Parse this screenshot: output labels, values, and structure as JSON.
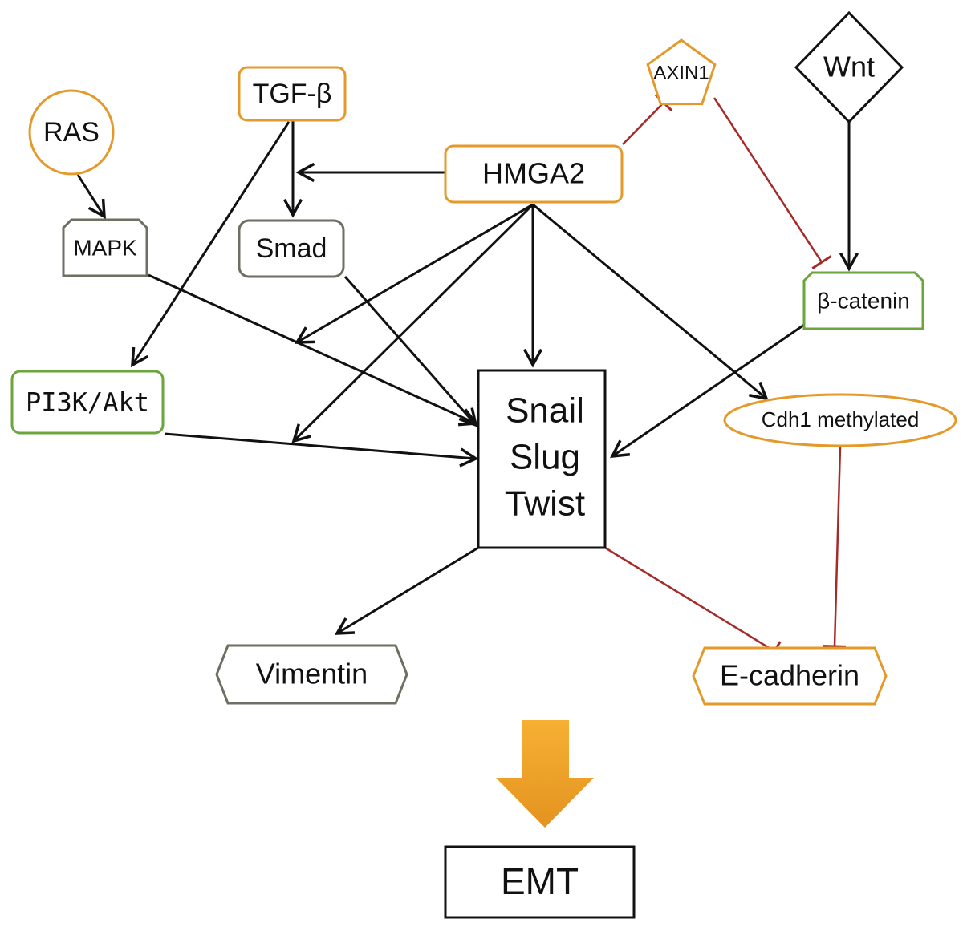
{
  "diagram": {
    "colors": {
      "orange": "#E49A2B",
      "green": "#6BA53E",
      "gray": "#6E6E62",
      "black": "#111111",
      "inhibit": "#A52A2A",
      "arrow_fill_top": "#F7B033",
      "arrow_fill_bottom": "#E39320"
    },
    "nodes": {
      "ras": {
        "label": "RAS",
        "shape": "circle",
        "border": "orange"
      },
      "tgfb": {
        "label": "TGF-β",
        "shape": "rounded-rect",
        "border": "orange"
      },
      "axin1": {
        "label": "AXIN1",
        "shape": "pentagon",
        "border": "orange"
      },
      "wnt": {
        "label": "Wnt",
        "shape": "diamond",
        "border": "black"
      },
      "hmga2": {
        "label": "HMGA2",
        "shape": "rounded-rect",
        "border": "orange"
      },
      "mapk": {
        "label": "MAPK",
        "shape": "chamfered-rect",
        "border": "gray"
      },
      "smad": {
        "label": "Smad",
        "shape": "rounded-rect",
        "border": "gray"
      },
      "bcatenin": {
        "label": "β-catenin",
        "shape": "chamfered-rect",
        "border": "green"
      },
      "pi3k": {
        "label": "PI3K/Akt",
        "shape": "rounded-rect",
        "border": "green"
      },
      "snail": {
        "label_lines": [
          "Snail",
          "Slug",
          "Twist"
        ],
        "shape": "rect",
        "border": "black"
      },
      "cdh1": {
        "label": "Cdh1 methylated",
        "shape": "ellipse",
        "border": "orange"
      },
      "vimentin": {
        "label": "Vimentin",
        "shape": "hexagon",
        "border": "gray"
      },
      "ecadherin": {
        "label": "E-cadherin",
        "shape": "hexagon",
        "border": "orange"
      },
      "emt": {
        "label": "EMT",
        "shape": "rect",
        "border": "black"
      }
    },
    "edges": [
      {
        "from": "ras",
        "to": "mapk",
        "type": "activates"
      },
      {
        "from": "tgfb",
        "to": "smad",
        "type": "activates"
      },
      {
        "from": "tgfb",
        "to": "pi3k",
        "type": "activates"
      },
      {
        "from": "hmga2",
        "to": "tgfb-smad-link",
        "type": "activates"
      },
      {
        "from": "hmga2",
        "to": "axin1",
        "type": "inhibits"
      },
      {
        "from": "axin1",
        "to": "bcatenin",
        "type": "inhibits"
      },
      {
        "from": "wnt",
        "to": "bcatenin",
        "type": "activates"
      },
      {
        "from": "hmga2",
        "to": "mapk-snail-link",
        "type": "activates"
      },
      {
        "from": "hmga2",
        "to": "pi3k-snail-link",
        "type": "activates"
      },
      {
        "from": "hmga2",
        "to": "snail",
        "type": "activates"
      },
      {
        "from": "hmga2",
        "to": "cdh1",
        "type": "activates"
      },
      {
        "from": "mapk",
        "to": "snail",
        "type": "activates"
      },
      {
        "from": "smad",
        "to": "snail",
        "type": "activates"
      },
      {
        "from": "pi3k",
        "to": "snail",
        "type": "activates"
      },
      {
        "from": "bcatenin",
        "to": "snail",
        "type": "activates"
      },
      {
        "from": "snail",
        "to": "vimentin",
        "type": "activates"
      },
      {
        "from": "snail",
        "to": "ecadherin",
        "type": "inhibits"
      },
      {
        "from": "cdh1",
        "to": "ecadherin",
        "type": "inhibits"
      },
      {
        "from": "vimentin-ecadherin",
        "to": "emt",
        "type": "outcome-arrow"
      }
    ]
  }
}
